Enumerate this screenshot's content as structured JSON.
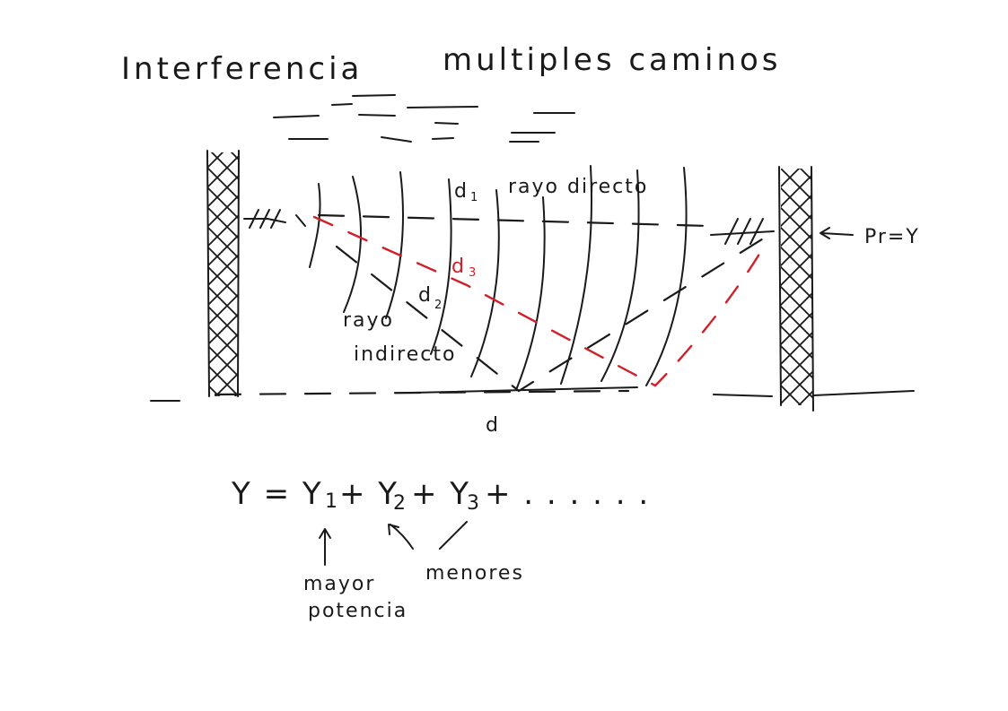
{
  "title": {
    "left": "Interferencia",
    "right": "multiples caminos"
  },
  "labels": {
    "d1": "d",
    "d1_sub": "1",
    "rayo_directo": "rayo directo",
    "d3": "d",
    "d3_sub": "3",
    "d2": "d",
    "d2_sub": "2",
    "rayo_indirecto_1": "rayo",
    "rayo_indirecto_2": "indirecto",
    "d_bottom": "d",
    "pr": "Pr=Y"
  },
  "equation": {
    "text": "Y = Y",
    "sub1": "1",
    "plus1": "+ Y",
    "sub2": "2",
    "plus2": "+ Y",
    "sub3": "3",
    "tail": "+ . . . . . .",
    "mayor_1": "mayor",
    "mayor_2": "potencia",
    "menores": "menores"
  },
  "colors": {
    "ink": "#1a1a1a",
    "red": "#d0202a"
  }
}
